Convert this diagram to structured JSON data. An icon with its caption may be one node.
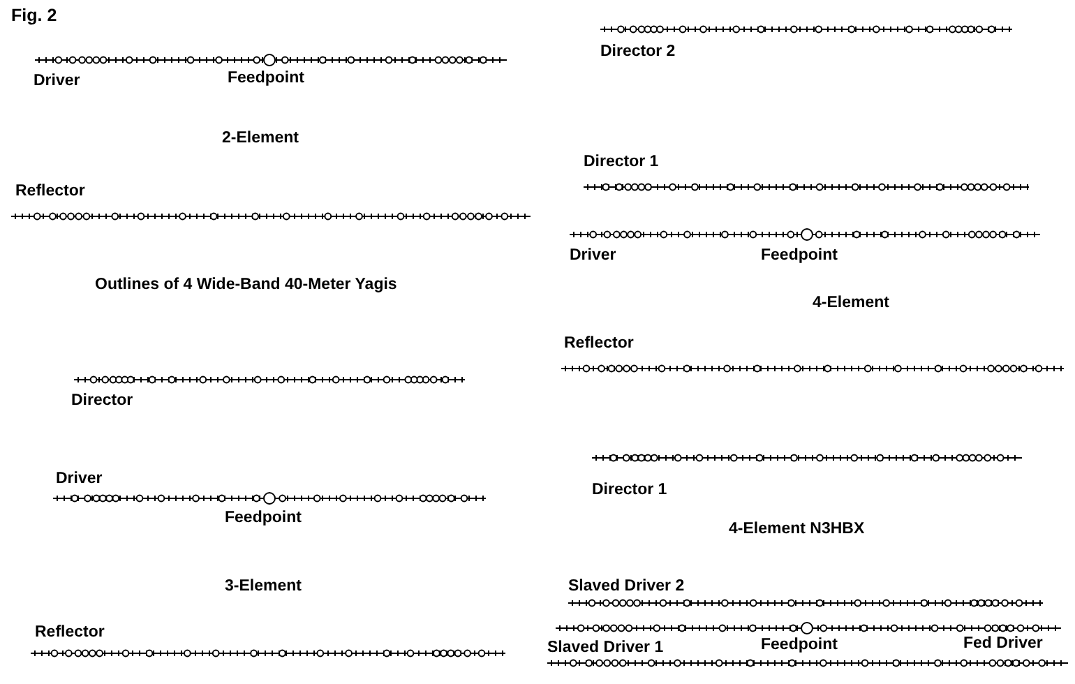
{
  "diagram": {
    "title": "Fig. 2",
    "labels": [
      "Driver",
      "Feedpoint",
      "2-Element",
      "Reflector",
      "Outlines of 4 Wide-Band 40-Meter Yagis",
      "Director",
      "Driver",
      "Feedpoint",
      "3-Element",
      "Reflector",
      "Director 2",
      "Director 1",
      "Driver",
      "Feedpoint",
      "4-Element",
      "Reflector",
      "Director 1",
      "4-Element N3HBX",
      "Slaved Driver 2",
      "Slaved Driver 1",
      "Feedpoint",
      "Fed Driver"
    ]
  }
}
